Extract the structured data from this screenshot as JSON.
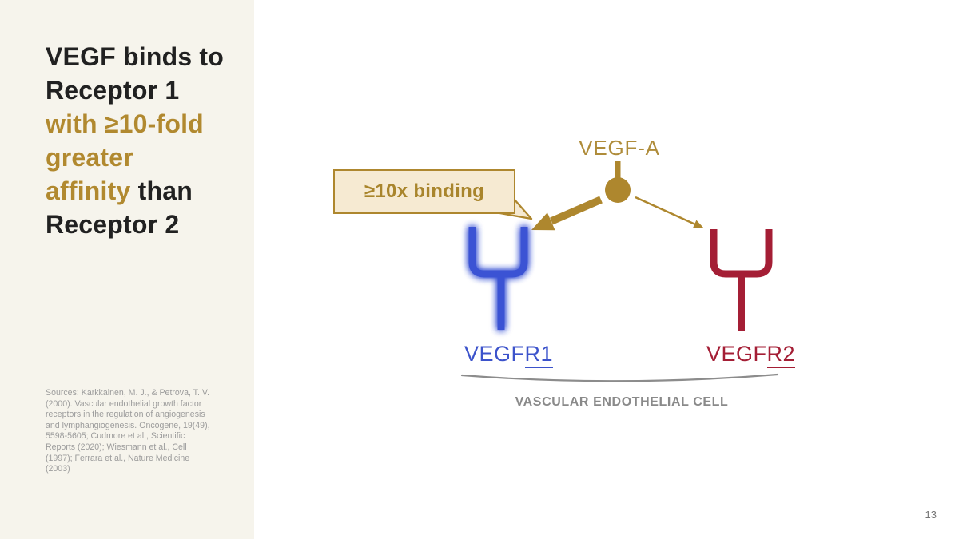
{
  "slide": {
    "page_number": "13",
    "colors": {
      "sidebar_bg": "#F6F4EC",
      "accent_gold": "#AE872E",
      "receptor1_blue": "#3A53D4",
      "receptor2_crimson": "#A41E35",
      "membrane_gray": "#8C8C8C"
    }
  },
  "sidebar": {
    "title_segments": [
      {
        "text": "VEGF binds to\nReceptor 1\n",
        "color": "dark"
      },
      {
        "text": "with ≥10-fold\ngreater\naffinity",
        "color": "gold"
      },
      {
        "text": " than\nReceptor 2",
        "color": "dark"
      }
    ],
    "sources": "Sources: Karkkainen, M. J., & Petrova, T. V. (2000). Vascular endothelial growth factor receptors in the regulation of angiogenesis and lymphangiogenesis. Oncogene, 19(49), 5598-5605; Cudmore et al., Scientific Reports (2020); Wiesmann et al., Cell (1997); Ferrara et al., Nature Medicine (2003)"
  },
  "diagram": {
    "ligand_label": "VEGF-A",
    "callout_label": "≥10x binding",
    "receptor1": {
      "prefix": "VEGF",
      "suffix": "R1"
    },
    "receptor2": {
      "prefix": "VEGF",
      "suffix": "R2"
    },
    "cell_label": "VASCULAR ENDOTHELIAL CELL"
  }
}
